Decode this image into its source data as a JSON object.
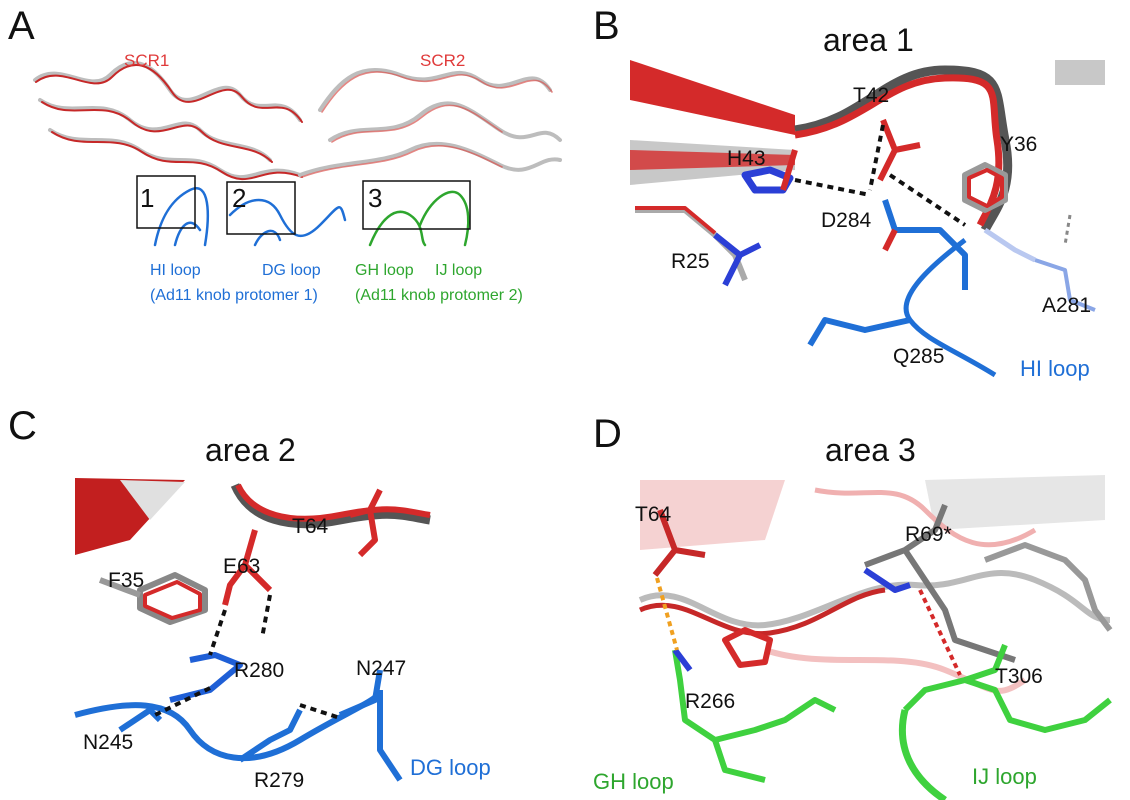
{
  "panels": {
    "A": {
      "letter": "A",
      "domains": [
        "SCR1",
        "SCR2"
      ],
      "boxes": [
        "1",
        "2",
        "3"
      ],
      "loops_blue": [
        "HI loop",
        "DG loop"
      ],
      "protomer_blue": "(Ad11 knob protomer 1)",
      "loops_green": [
        "GH loop",
        "IJ loop"
      ],
      "protomer_green": "(Ad11 knob protomer 2)"
    },
    "B": {
      "letter": "B",
      "title": "area 1",
      "residues": [
        "T42",
        "H43",
        "Y36",
        "D284",
        "R25",
        "A281",
        "Q285"
      ],
      "loop": "HI loop"
    },
    "C": {
      "letter": "C",
      "title": "area 2",
      "residues": [
        "F35",
        "E63",
        "T64",
        "R280",
        "N247",
        "N245",
        "R279"
      ],
      "loop": "DG loop"
    },
    "D": {
      "letter": "D",
      "title": "area 3",
      "residues": [
        "T64",
        "R69*",
        "T306",
        "R266"
      ],
      "loops": [
        "GH loop",
        "IJ loop"
      ]
    }
  },
  "colors": {
    "red": "#d42a2a",
    "grey": "#bdbdbd",
    "blue": "#1f6fd6",
    "green": "#3fd13f",
    "bond": "#111111",
    "orange": "#f0a020"
  }
}
